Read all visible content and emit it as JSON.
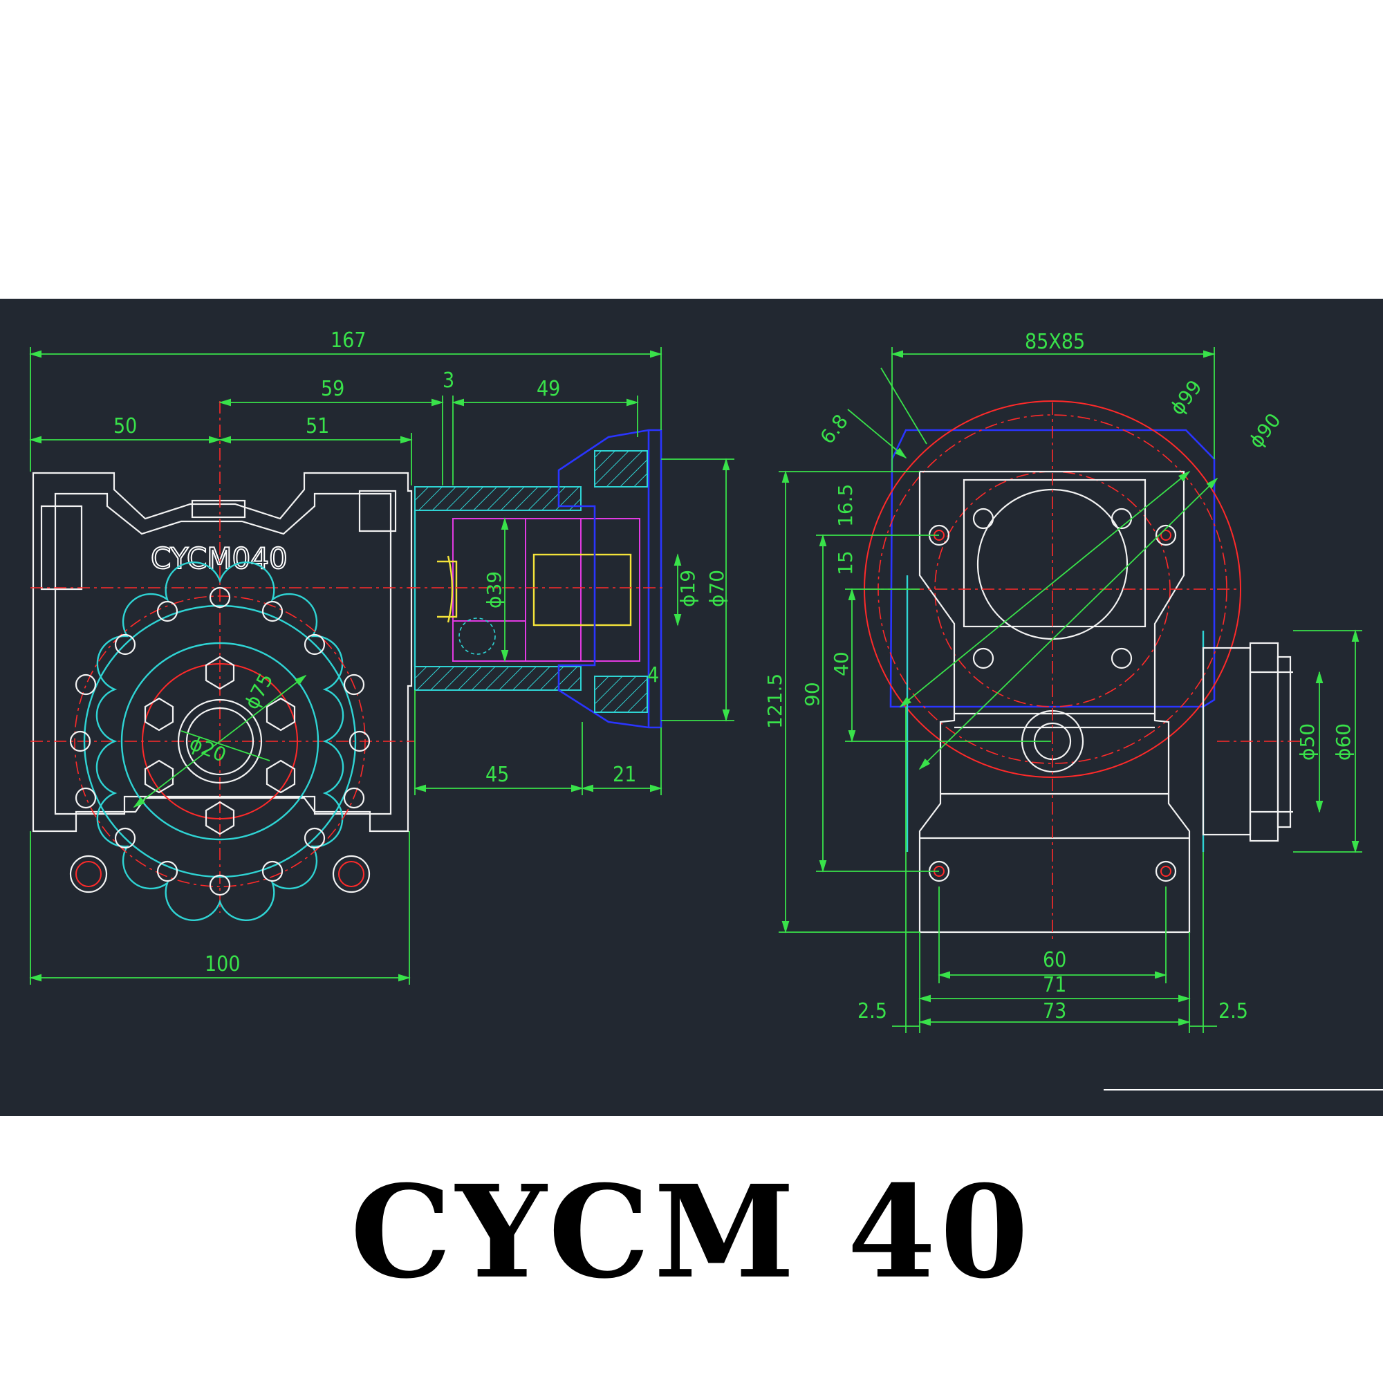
{
  "caption": "CYCM 40",
  "housing_brand": "CYCM040",
  "colors": {
    "panel_background": "#222831",
    "dimension_lines": "#39e24a",
    "outline": "#f2f2f2",
    "center_lines": "#ff2a2a",
    "flange": "#2fd4d4",
    "input_flange": "#2a35ff",
    "shaft_bore": "#e23ae2",
    "shaft": "#f4e33a"
  },
  "side_view": {
    "dimensions": {
      "overall_length": "167",
      "center_to_flange": "59",
      "gap": "3",
      "flange_length": "49",
      "left_half": "50",
      "right_half": "51",
      "width": "100",
      "pilot_length": "45",
      "flange_thickness": "21",
      "spigot": "4",
      "bore_dia": "ϕ39",
      "shaft_dia": "ϕ19",
      "flange_dia": "ϕ70",
      "bolt_circle": "ϕ75",
      "output_bore": "ϕ20"
    }
  },
  "front_view": {
    "dimensions": {
      "flange_square": "85X85",
      "bolt_hole": "6.8",
      "pcd_99": "ϕ99",
      "pcd_90": "ϕ90",
      "height_16_5": "16.5",
      "height_15": "15",
      "height_121_5": "121.5",
      "height_90": "90",
      "height_40": "40",
      "spigot_50": "ϕ50",
      "spigot_60": "ϕ60",
      "base_holes": "60",
      "base_width": "73",
      "base_small": "71",
      "left_offset": "2.5",
      "right_offset": "2.5"
    }
  }
}
